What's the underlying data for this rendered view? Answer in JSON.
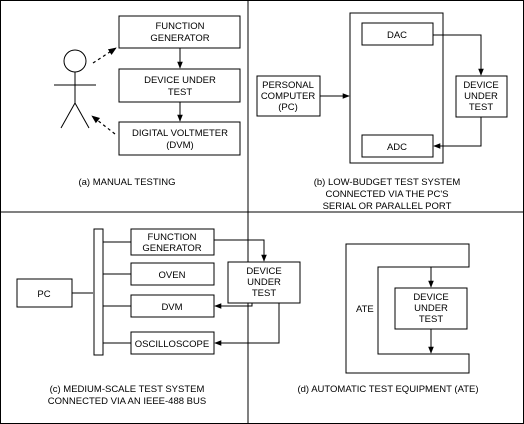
{
  "panel_a": {
    "caption": "(a) MANUAL TESTING",
    "function_generator": [
      "FUNCTION",
      "GENERATOR"
    ],
    "device_under_test": [
      "DEVICE UNDER",
      "TEST"
    ],
    "digital_voltmeter": [
      "DIGITAL VOLTMETER",
      "(DVM)"
    ]
  },
  "panel_b": {
    "caption": [
      "(b) LOW-BUDGET TEST SYSTEM",
      "CONNECTED VIA THE PC'S",
      "SERIAL OR PARALLEL PORT"
    ],
    "personal_computer": [
      "PERSONAL",
      "COMPUTER",
      "(PC)"
    ],
    "dac": "DAC",
    "adc": "ADC",
    "device_under_test": [
      "DEVICE",
      "UNDER",
      "TEST"
    ]
  },
  "panel_c": {
    "caption": [
      "(c) MEDIUM-SCALE TEST SYSTEM",
      "CONNECTED VIA AN IEEE-488 BUS"
    ],
    "pc": "PC",
    "function_generator": [
      "FUNCTION",
      "GENERATOR"
    ],
    "oven": "OVEN",
    "dvm": "DVM",
    "oscilloscope": "OSCILLOSCOPE",
    "device_under_test": [
      "DEVICE",
      "UNDER",
      "TEST"
    ]
  },
  "panel_d": {
    "caption": "(d) AUTOMATIC TEST EQUIPMENT (ATE)",
    "ate": "ATE",
    "device_under_test": [
      "DEVICE",
      "UNDER",
      "TEST"
    ]
  }
}
